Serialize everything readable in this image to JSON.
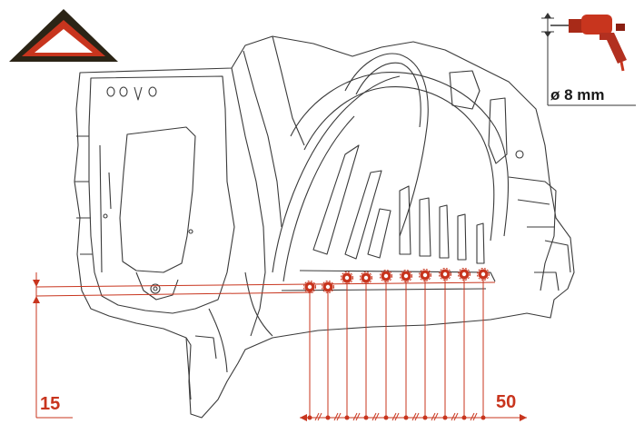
{
  "labels": {
    "offset_left": "15",
    "spacing_right": "50",
    "drill_diameter": "ø 8 mm"
  },
  "colors": {
    "accent": "#c8351e",
    "line": "#3a3a3a",
    "warning_dark": "#2b2416",
    "text_dark": "#1a1a1a"
  },
  "icons": {
    "warning": "warning-triangle-icon",
    "drill": "drill-icon"
  },
  "spot_weld_count": 10
}
